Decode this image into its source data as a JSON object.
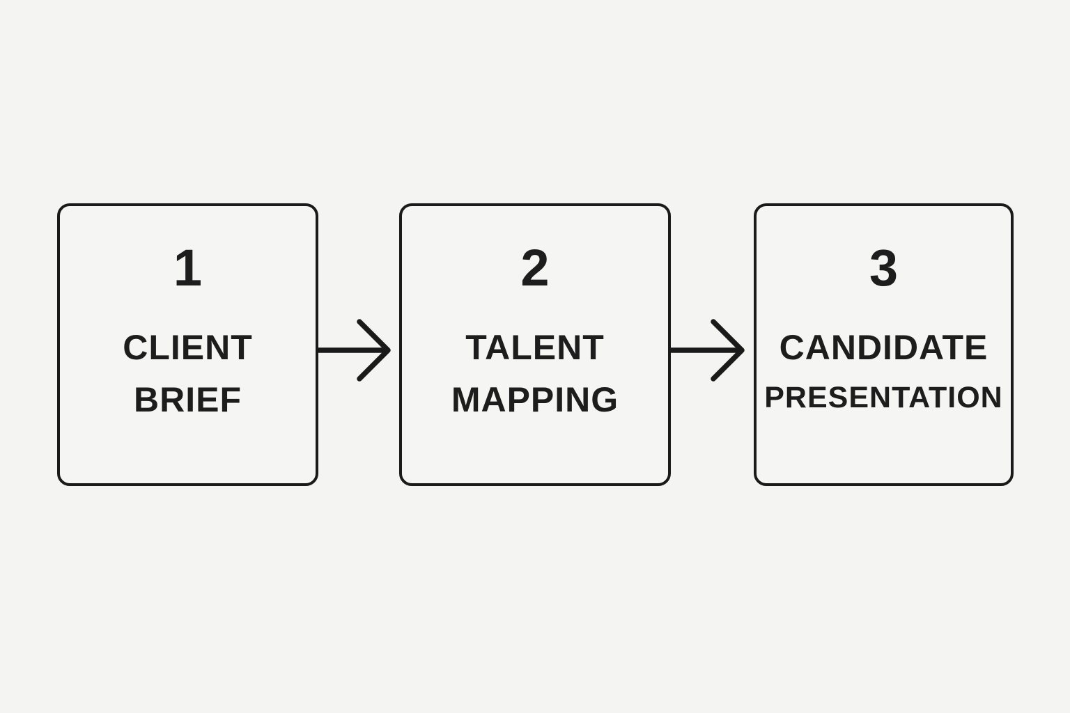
{
  "diagram": {
    "title": "recruitment-process-flow",
    "colors": {
      "background": "#f4f4f2",
      "box_fill": "#f5f5f3",
      "line": "#1a1a1a",
      "text": "#1d1d1d"
    },
    "steps": [
      {
        "number": "1",
        "line1": "CLIENT",
        "line2": "BRIEF"
      },
      {
        "number": "2",
        "line1": "TALENT",
        "line2": "MAPPING"
      },
      {
        "number": "3",
        "line1": "CANDIDATE",
        "line2": "PRESENTATION"
      }
    ],
    "connectors": [
      {
        "from": "1",
        "to": "2",
        "type": "arrow-right"
      },
      {
        "from": "2",
        "to": "3",
        "type": "arrow-right"
      }
    ]
  }
}
